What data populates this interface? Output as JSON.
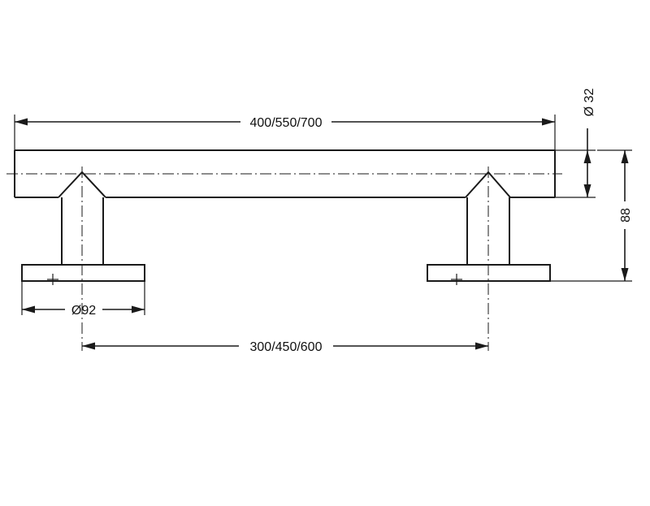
{
  "dimensions": {
    "overall_length": "400/550/700",
    "bar_diameter": "Ø 32",
    "projection": "88",
    "flange_diameter": "Ø92",
    "centre_distance": "300/450/600"
  }
}
